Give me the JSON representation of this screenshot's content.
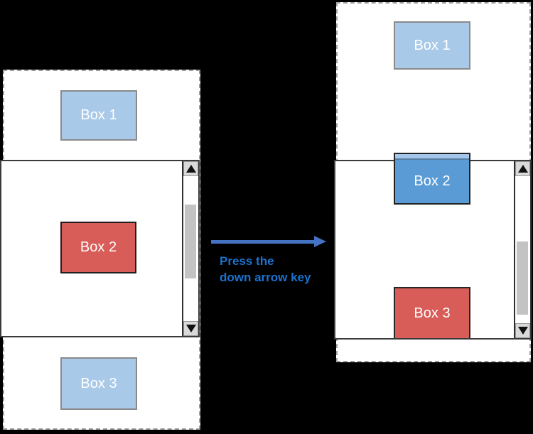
{
  "diagram": {
    "before": {
      "box1": "Box 1",
      "box2": "Box 2",
      "box3": "Box 3"
    },
    "after": {
      "box1": "Box 1",
      "box2": "Box 2",
      "box3": "Box 3"
    },
    "transition": {
      "line1": "Press the",
      "line2": "down arrow key"
    }
  },
  "colors": {
    "background": "#000000",
    "box_light_blue": "#a9c9e9",
    "box_red": "#d85c57",
    "box_focus_blue": "#5b9bd5",
    "box_label_text": "#ffffff",
    "arrow_blue": "#4573c4",
    "caption_blue": "#1a73cd",
    "viewport_border": "#3a3a3a",
    "document_dashed_border": "#9e9e9e",
    "scrollbar_thumb": "#c3c3c3",
    "scrollbar_button": "#d9d9d9"
  },
  "icons": {
    "scroll_up": "up-arrow-icon",
    "scroll_down": "down-arrow-icon",
    "transition_arrow": "right-arrow-icon"
  }
}
